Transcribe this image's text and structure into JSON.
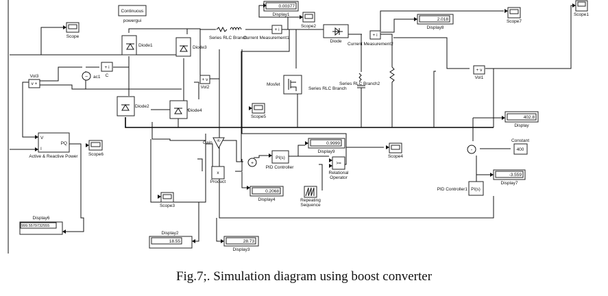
{
  "caption": "Fig.7;. Simulation diagram using boost converter",
  "blocks": {
    "powergui": {
      "label": "powergui",
      "text": "Continuous"
    },
    "scope_top_left": {
      "label": "Scope"
    },
    "diode1": {
      "label": "Diode1"
    },
    "diode2": {
      "label": "Diode2"
    },
    "diode3": {
      "label": "Diode3"
    },
    "diode4": {
      "label": "Diode4"
    },
    "ac_source": {
      "label": "ac1"
    },
    "current_meas_c": {
      "label": "C"
    },
    "vol3": {
      "label": "Vol3"
    },
    "vol2": {
      "label": "Vol2"
    },
    "vol1": {
      "label": "Vol1"
    },
    "series_rlc_branch1": {
      "label": "Series RLC Branch"
    },
    "current_measurement1": {
      "label": "Current Measurement1"
    },
    "display1": {
      "label": "Display1",
      "value": "0.00377"
    },
    "scope2": {
      "label": "Scope2"
    },
    "diode": {
      "label": "Diode"
    },
    "current_measurement2": {
      "label": "Current Measurement2"
    },
    "display8": {
      "label": "Display8",
      "value": "2.018"
    },
    "scope7": {
      "label": "Scope7"
    },
    "scope1": {
      "label": "Scope1"
    },
    "mosfet": {
      "label": "Mosfet"
    },
    "series_rlc_branch": {
      "label": "Series RLC Branch"
    },
    "series_rlc_branch2": {
      "label": "Series RLC Branch2"
    },
    "scope5": {
      "label": "Scope5"
    },
    "active_reactive_power": {
      "label": "Active & Reactive Power",
      "in_v": "V",
      "in_i": "I",
      "out": "PQ"
    },
    "scope6": {
      "label": "Scope6"
    },
    "gain": {
      "label": "Gain",
      "text": "-K-"
    },
    "product": {
      "label": "Product",
      "text": "x"
    },
    "pid_controller": {
      "label": "PID Controller",
      "text": "PI(s)"
    },
    "display9": {
      "label": "Display9",
      "value": "0.9999"
    },
    "relational_operator": {
      "label": "Relational Operator",
      "text": ">="
    },
    "scope4": {
      "label": "Scope4"
    },
    "display4": {
      "label": "Display4",
      "value": "0.2068"
    },
    "repeating_sequence": {
      "label": "Repeating Sequence"
    },
    "scope3": {
      "label": "Scope3"
    },
    "display": {
      "label": "Display",
      "value": "402.8"
    },
    "constant": {
      "label": "Constant",
      "value": "400"
    },
    "display7": {
      "label": "Display7",
      "value": "-3.559"
    },
    "pid_controller1": {
      "label": "PID Controller1",
      "text": "PI(s)"
    },
    "display6": {
      "label": "Display6",
      "value": "999.5579732555"
    },
    "display2": {
      "label": "Display2",
      "value": "18.55"
    },
    "display3": {
      "label": "Display3",
      "value": "28.73"
    }
  }
}
